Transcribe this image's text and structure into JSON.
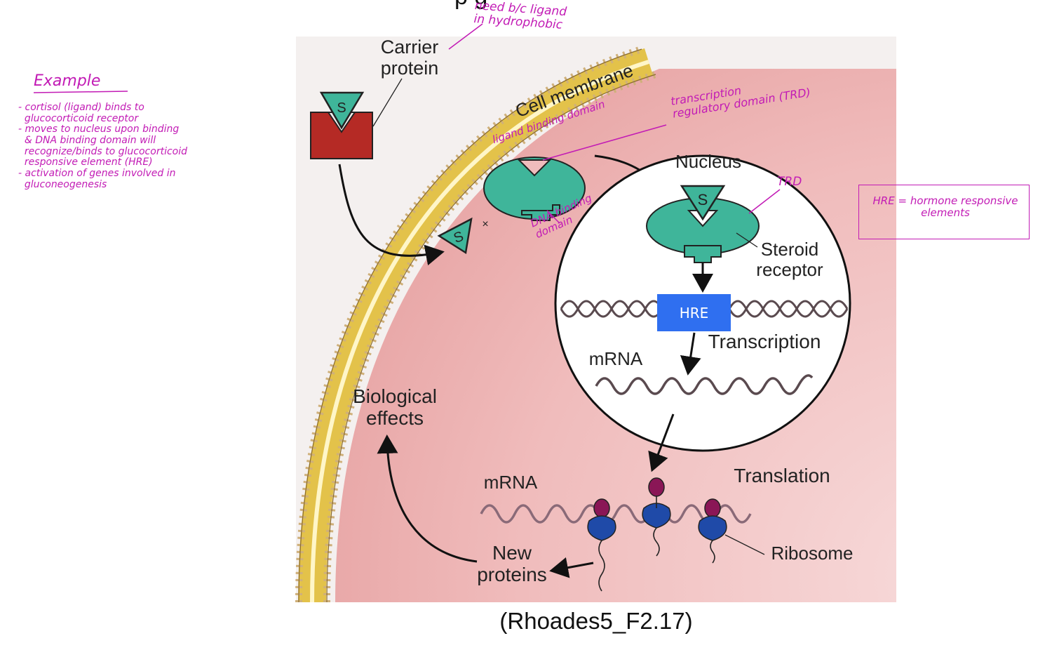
{
  "title_fragment": "p g",
  "figure": {
    "carrier_protein": "Carrier\nprotein",
    "cell_membrane": "Cell membrane",
    "nucleus": "Nucleus",
    "steroid_receptor": "Steroid\nreceptor",
    "hormone_symbol": "S",
    "transcription": "Transcription",
    "mrna_nucleus": "mRNA",
    "translation": "Translation",
    "mrna_cytoplasm": "mRNA",
    "ribosome": "Ribosome",
    "new_proteins": "New\nproteins",
    "biological_effects": "Biological\neffects",
    "x_mark": "×"
  },
  "annotations": {
    "hre_box": "HRE",
    "hre_definition": "HRE = hormone responsive elements",
    "carrier_note": "need b/c ligand\nin hydrophobic",
    "ligand_binding": "ligand binding domain",
    "transcription_domain": "transcription\nregulatory domain (TRD)",
    "trd": "TRD",
    "dna_binding": "DNA binding\ndomain",
    "example_heading": "Example",
    "example_lines": [
      "- cortisol (ligand) binds to",
      "  glucocorticoid receptor",
      "- moves to nucleus upon binding",
      "  & DNA binding domain will",
      "  recognize/binds to glucocorticoid",
      "  responsive element (HRE)",
      "- activation of genes involved in",
      "  gluconeogenesis"
    ]
  },
  "caption": "(Rhoades5_F2.17)",
  "colors": {
    "cytoplasm": "#f3c5c5",
    "membrane_head": "#e6c84a",
    "receptor": "#3fb59a",
    "carrier": "#b52a25",
    "ribosome": "#1f4aa8",
    "annotation": "#c21bb5",
    "hre_box": "#2f6ff0"
  }
}
